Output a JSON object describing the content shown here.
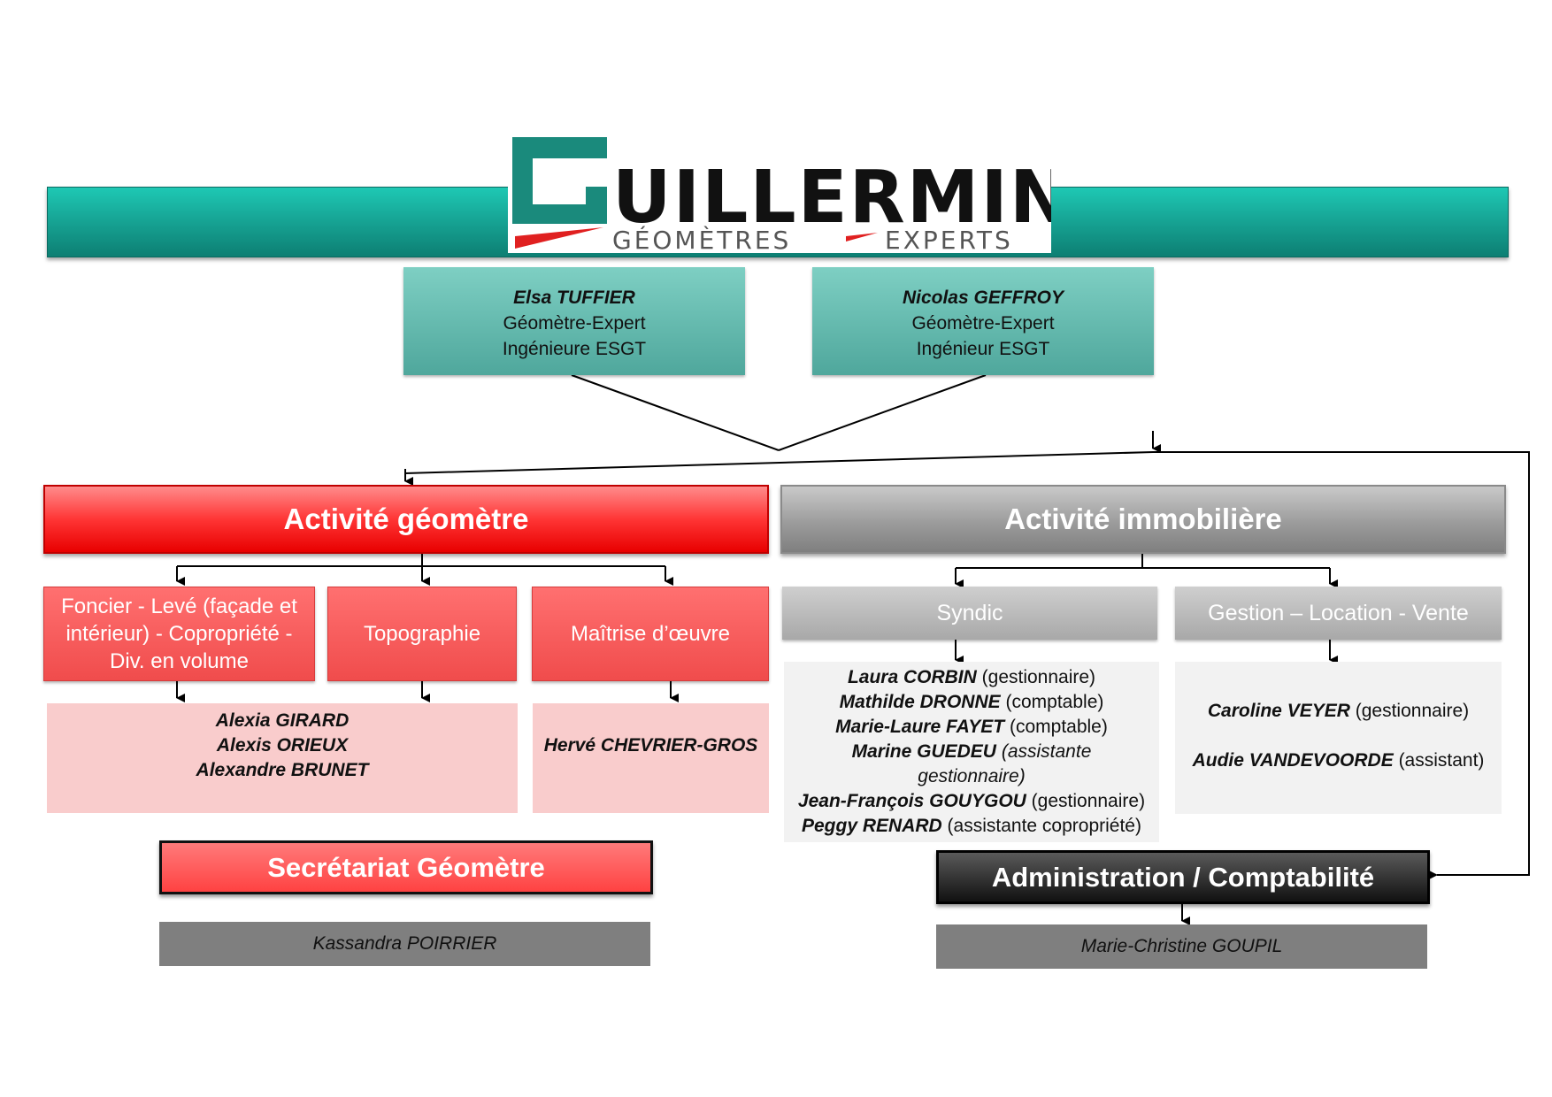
{
  "logo": {
    "name": "GUILLERMINET",
    "tagline": "GÉOMÈTRES - EXPERTS",
    "colors": {
      "teal": "#1a8a7c",
      "red": "#e02020"
    }
  },
  "partners": [
    {
      "name": "Elsa TUFFIER",
      "title": "Géomètre-Expert",
      "degree": "Ingénieure ESGT"
    },
    {
      "name": "Nicolas GEFFROY",
      "title": "Géomètre-Expert",
      "degree": "Ingénieur ESGT"
    }
  ],
  "geometre": {
    "header": "Activité géomètre",
    "color": "#ff2a2a",
    "subdivisions": [
      "Foncier - Levé (façade et intérieur) - Copropriété - Div. en volume",
      "Topographie",
      "Maîtrise d’œuvre"
    ],
    "team_left": [
      "Alexia GIRARD",
      "Alexis ORIEUX",
      "Alexandre BRUNET"
    ],
    "team_right": [
      "Hervé CHEVRIER-GROS"
    ],
    "secretariat": {
      "label": "Secrétariat Géomètre",
      "staff": "Kassandra POIRRIER"
    }
  },
  "immobiliere": {
    "header": "Activité immobilière",
    "color": "#9c9c9c",
    "subdivisions": [
      "Syndic",
      "Gestion – Location - Vente"
    ],
    "syndic_team": [
      {
        "name": "Laura CORBIN",
        "role": "(gestionnaire)"
      },
      {
        "name": "Mathilde DRONNE",
        "role": "(comptable)"
      },
      {
        "name": "Marie-Laure FAYET",
        "role": "(comptable)"
      },
      {
        "name": "Marine GUEDEU",
        "role": "(assistante",
        "role2": "gestionnaire)"
      },
      {
        "name": "Jean-François GOUYGOU",
        "role": "(gestionnaire)"
      },
      {
        "name": "Peggy RENARD",
        "role": "(assistante copropriété)"
      }
    ],
    "gestion_team": [
      {
        "name": "Caroline VEYER",
        "role": "(gestionnaire)"
      },
      {
        "name": "Audie VANDEVOORDE",
        "role": "(assistant)"
      }
    ]
  },
  "administration": {
    "label": "Administration / Comptabilité",
    "staff": "Marie-Christine GOUPIL"
  }
}
